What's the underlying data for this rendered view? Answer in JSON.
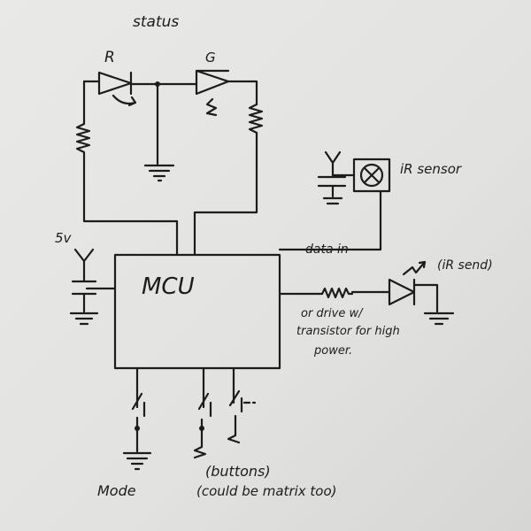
{
  "title": "status",
  "led_red_label": "R",
  "led_green_label": "G",
  "ir_sensor_label": "iR sensor",
  "supply_label": "5v",
  "mcu_label": "MCU",
  "data_in_label": "data in",
  "ir_send_label": "(iR send)",
  "transistor_note": [
    "or drive w/",
    "transistor for high",
    "power."
  ],
  "mode_label": "Mode",
  "buttons_label": "(buttons)",
  "matrix_note": "(could be matrix too)"
}
